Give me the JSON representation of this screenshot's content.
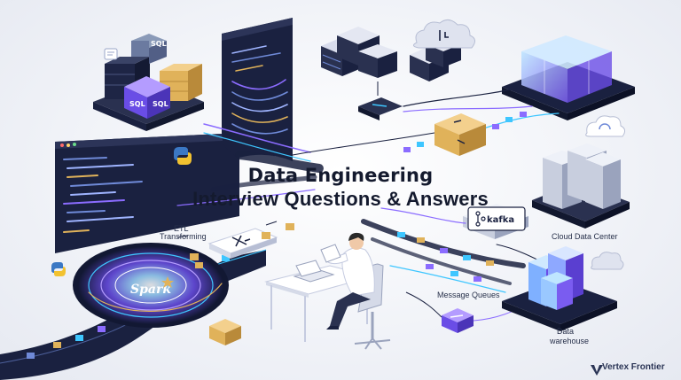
{
  "heading": {
    "title": "Data Engineering",
    "subtitle": "Interview Questions & Answers"
  },
  "labels": {
    "etl": "ETL",
    "transforming": "Transforming",
    "spark": "Spark",
    "sql_cube_top": "SQL",
    "sql_cube_front_left": "SQL",
    "sql_cube_front_right": "SQL",
    "kafka": "kafka",
    "cloud_data_center": "Cloud Data Center",
    "message_queues": "Message Queues",
    "data_warehouse_line1": "Data",
    "data_warehouse_line2": "warehouse"
  },
  "brand": {
    "name": "Vertex Frontier"
  },
  "colors": {
    "background": "#eef1f6",
    "navy": "#1a2140",
    "purple": "#7b5cf0",
    "cyan": "#3ec6ff",
    "gold": "#e0b25a"
  },
  "icons": [
    "python-logo-icon",
    "python-logo-icon-small",
    "spark-star-icon",
    "kafka-icon",
    "cloud-icon",
    "sync-cloud-icon",
    "vertex-logo-icon"
  ]
}
